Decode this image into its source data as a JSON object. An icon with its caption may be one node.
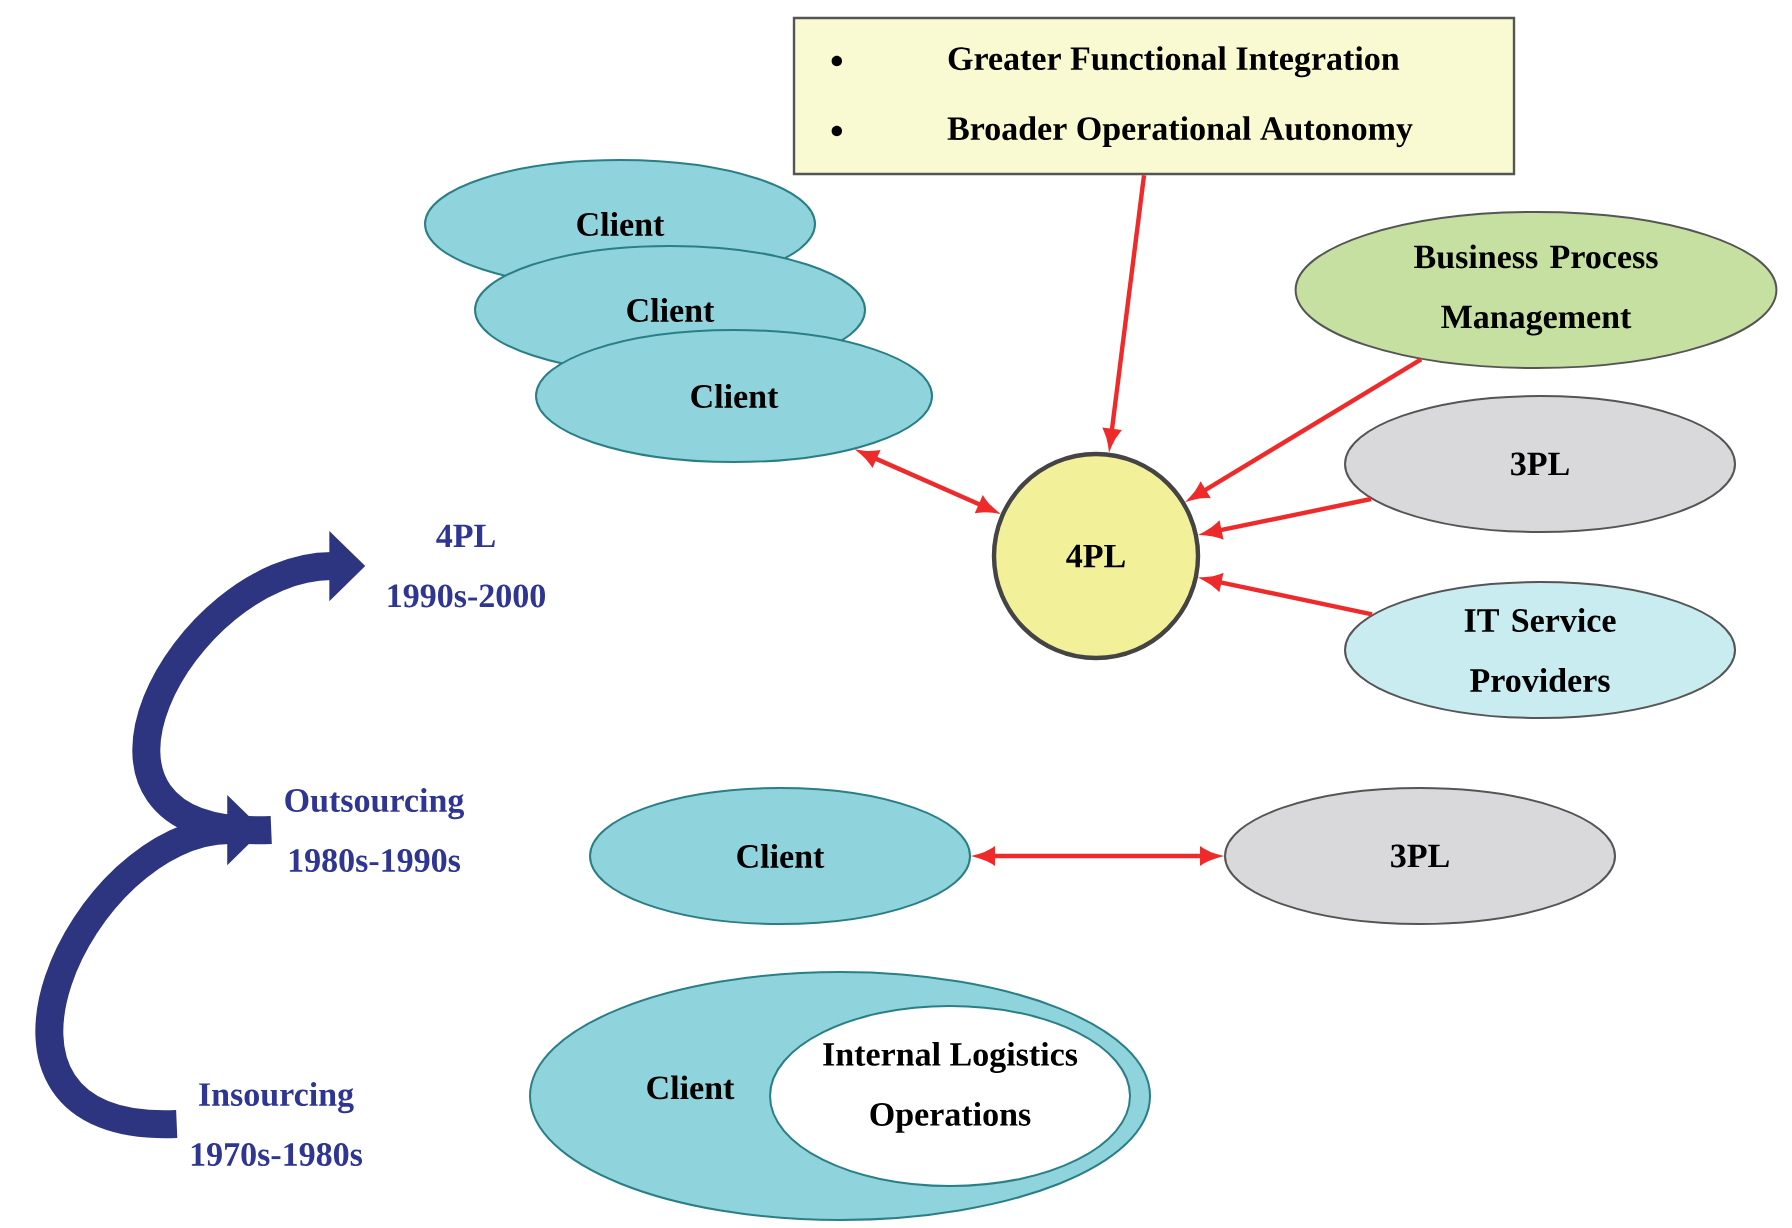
{
  "diagram": {
    "nodes": [
      {
        "text": [
          "Greater Functional Integration",
          "Broader Operational Autonomy"
        ]
      },
      {
        "text": [
          "Client"
        ]
      },
      {
        "text": [
          "Client"
        ]
      },
      {
        "text": [
          "Client"
        ]
      },
      {
        "text": [
          "Business Process Management"
        ]
      },
      {
        "text": [
          "3PL"
        ]
      },
      {
        "text": [
          "4PL"
        ]
      },
      {
        "text": [
          "IT Service Providers"
        ]
      },
      {
        "text": [
          "Client"
        ]
      },
      {
        "text": [
          "3PL"
        ]
      },
      {
        "text": [
          "Client"
        ]
      },
      {
        "text": [
          "Internal Logistics Operations"
        ],
        "in": 10
      },
      {
        "text": [
          "Insourcing",
          "1970s-1980s"
        ]
      },
      {
        "text": [
          "Outsourcing",
          "1980s-1990s"
        ]
      },
      {
        "text": [
          "4PL",
          "1990s-2000"
        ]
      }
    ],
    "edges": [
      {
        "from": 0,
        "to": 6,
        "arrow": "to"
      },
      {
        "from": 4,
        "to": 6,
        "arrow": "to"
      },
      {
        "from": 5,
        "to": 6,
        "arrow": "to"
      },
      {
        "from": 7,
        "to": 6,
        "arrow": "to"
      },
      {
        "from": 3,
        "to": 6,
        "arrow": "both"
      },
      {
        "from": 8,
        "to": 9,
        "arrow": "both"
      },
      {
        "from": 12,
        "to": 13,
        "arrow": "to",
        "style": "thick",
        "color": "#2e3580"
      },
      {
        "from": 13,
        "to": 14,
        "arrow": "to",
        "style": "thick",
        "color": "#2e3580"
      }
    ]
  }
}
